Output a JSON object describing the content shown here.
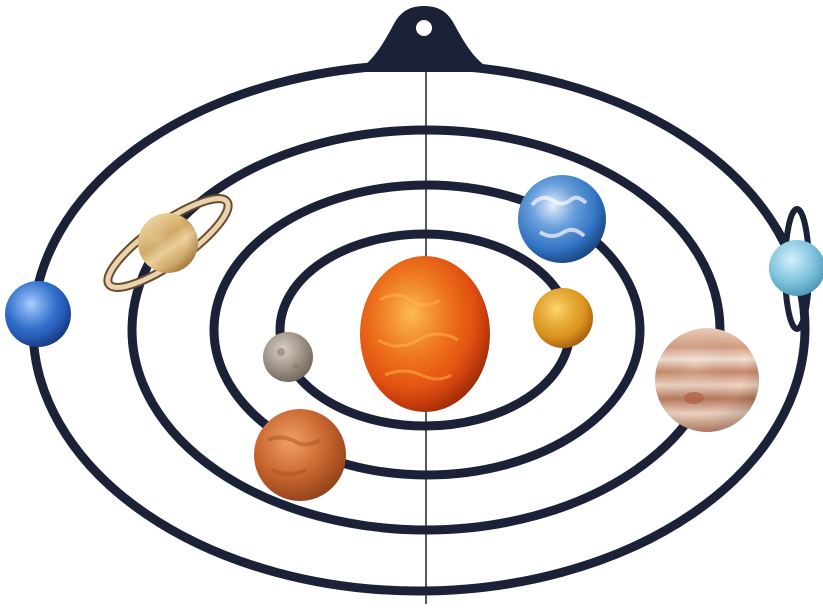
{
  "scene": {
    "subject": "solar-system-mobile",
    "ring_count": 4,
    "bodies": [
      {
        "name": "sun",
        "color": "#f06a12"
      },
      {
        "name": "mercury",
        "color": "#9a8a78"
      },
      {
        "name": "venus",
        "color": "#e39b22"
      },
      {
        "name": "earth",
        "color": "#2e6fc0"
      },
      {
        "name": "mars",
        "color": "#c9662f"
      },
      {
        "name": "jupiter",
        "color": "#d7a98a"
      },
      {
        "name": "saturn",
        "color": "#cfa460"
      },
      {
        "name": "uranus",
        "color": "#7cc2dc"
      },
      {
        "name": "neptune",
        "color": "#2f6fd0"
      }
    ],
    "colors": {
      "ring": "#1b2238",
      "string": "#222222",
      "background": "#ffffff"
    }
  }
}
